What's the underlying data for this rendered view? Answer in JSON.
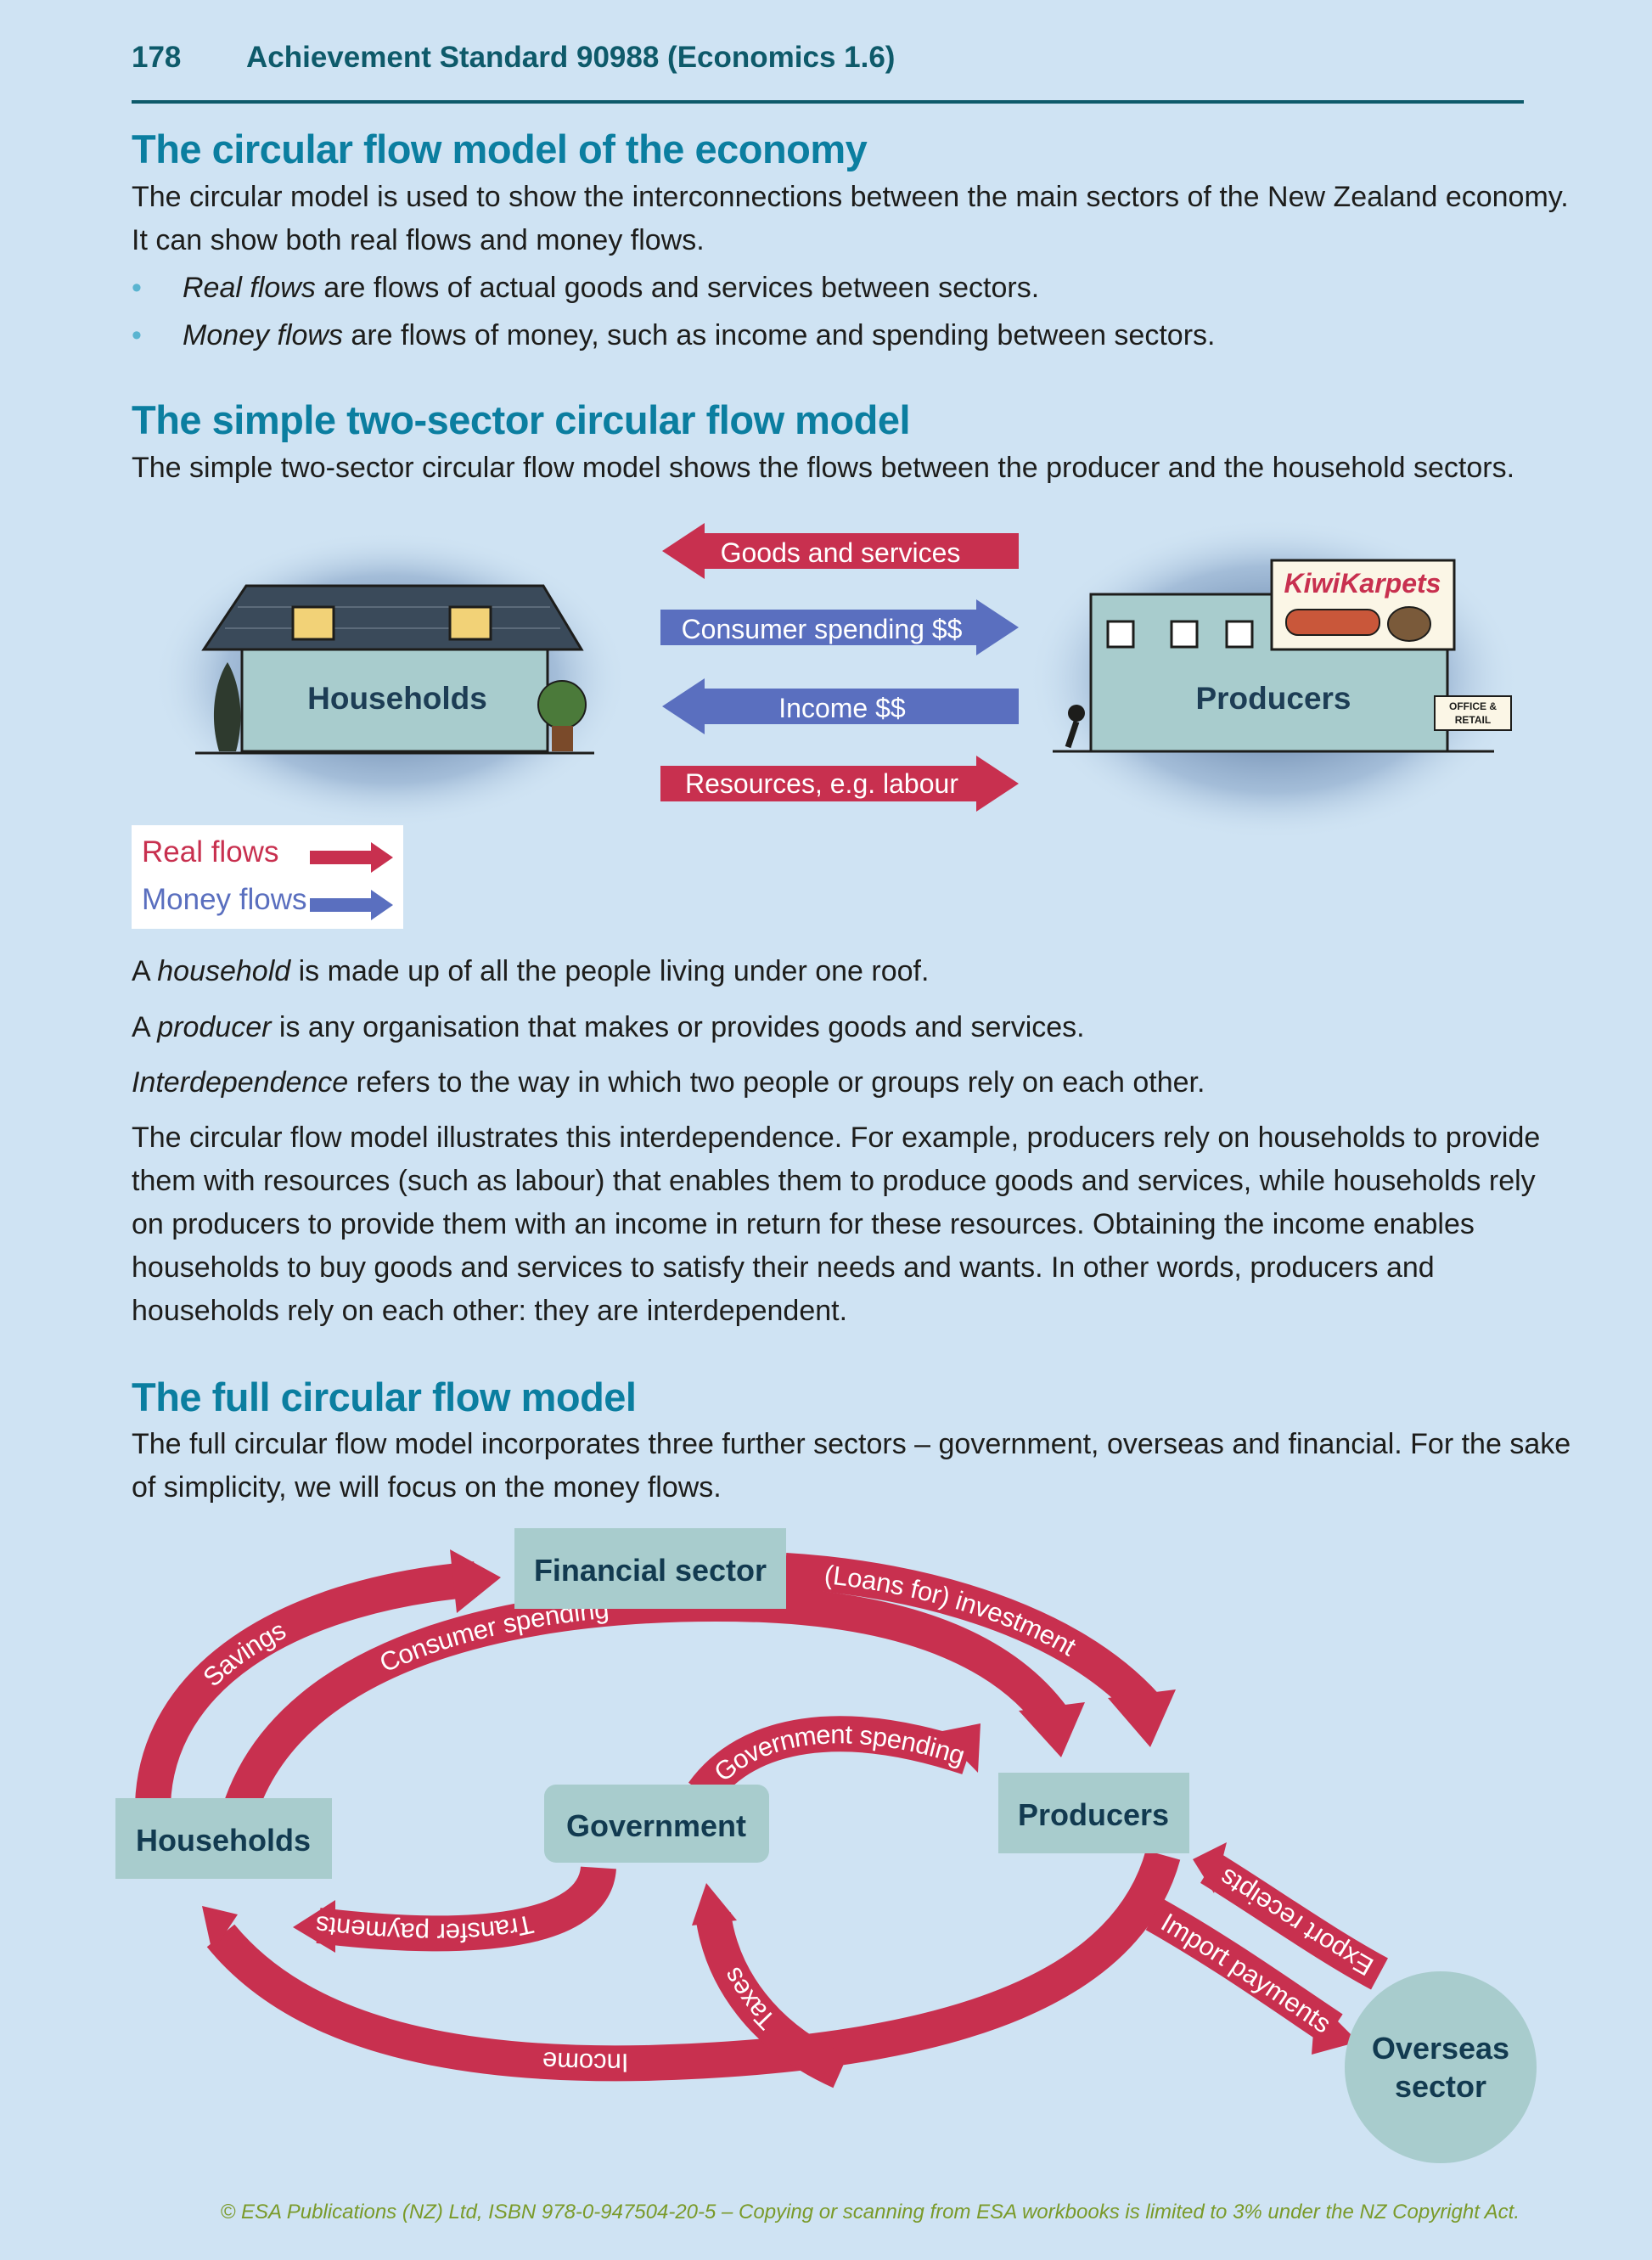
{
  "header": {
    "page_number": "178",
    "standard": "Achievement Standard 90988 (Economics 1.6)"
  },
  "section1": {
    "title": "The circular flow model of the economy",
    "intro_line1": "The circular model is used to show the interconnections between the main sectors of the New Zealand economy.",
    "intro_line2": "It can show both real flows and money flows.",
    "bullets": [
      {
        "term": "Real flows",
        "rest": " are flows of actual goods and services between sectors."
      },
      {
        "term": "Money flows",
        "rest": " are flows of money, such as income and spending between sectors."
      }
    ]
  },
  "section2": {
    "title": "The simple two-sector circular flow model",
    "intro": "The simple two-sector circular flow model shows the flows between the producer and the household sectors.",
    "diagram": {
      "households_label": "Households",
      "producers_label": "Producers",
      "sign_text": "KiwiKarpets",
      "small_sign_text_1": "OFFICE &",
      "small_sign_text_2": "RETAIL",
      "arrows": [
        {
          "label": "Goods and services",
          "kind": "real",
          "direction": "left"
        },
        {
          "label": "Consumer spending $$",
          "kind": "money",
          "direction": "right"
        },
        {
          "label": "Income $$",
          "kind": "money",
          "direction": "left"
        },
        {
          "label": "Resources, e.g. labour",
          "kind": "real",
          "direction": "right"
        }
      ],
      "legend": {
        "real": "Real flows",
        "money": "Money flows"
      }
    },
    "def_household_term": "household",
    "def_household_pre": "A ",
    "def_household_rest": " is made up of all the people living under one roof.",
    "def_producer_pre": "A ",
    "def_producer_term": "producer",
    "def_producer_rest": " is any organisation that makes or provides goods and services.",
    "def_interdep_term": "Interdependence",
    "def_interdep_rest": " refers to the way in which two people or groups rely on each other.",
    "para_lines": [
      "The circular flow model illustrates this interdependence. For example, producers rely on households to provide",
      "them with resources (such as labour) that enables them to produce goods and services, while households rely",
      "on producers to provide them with an income in return for these resources. Obtaining the income enables",
      "households to buy goods and services to satisfy their needs and wants. In other words, producers and",
      "households rely on each other: they are interdependent."
    ]
  },
  "section3": {
    "title": "The full circular flow model",
    "intro_line1": "The full circular flow model incorporates three further sectors – government, overseas and financial. For the sake",
    "intro_line2": "of simplicity, we will focus on the money flows.",
    "diagram": {
      "financial": "Financial sector",
      "households": "Households",
      "government": "Government",
      "producers": "Producers",
      "overseas_1": "Overseas",
      "overseas_2": "sector",
      "flows": {
        "savings": "Savings",
        "consumer_spending": "Consumer spending",
        "investment": "(Loans for) investment",
        "government_spending": "Government spending",
        "transfer_payments": "Transfer payments",
        "taxes": "Taxes",
        "income": "Income",
        "export_receipts": "Export receipts",
        "import_payments": "Import payments"
      }
    }
  },
  "footer": "© ESA Publications (NZ) Ltd, ISBN 978-0-947504-20-5 –  Copying or scanning from ESA workbooks is limited to 3% under the NZ Copyright Act.",
  "colors": {
    "background": "#cfe3f3",
    "heading": "#0b7ea0",
    "real_flow": "#c8304f",
    "money_flow": "#5a6fbf",
    "sector_box": "#a8cccd",
    "header_rule": "#0e5a6a"
  }
}
